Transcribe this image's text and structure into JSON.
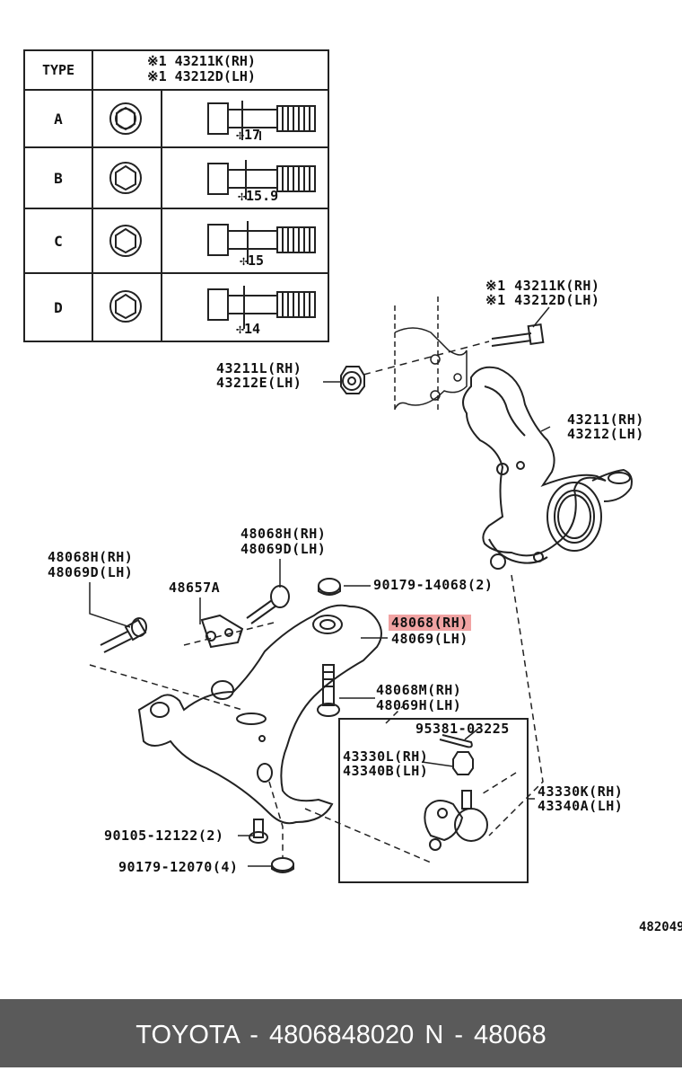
{
  "type_table": {
    "header_type": "TYPE",
    "header_parts": [
      "※1 43211K(RH)",
      "※1 43212D(LH)"
    ],
    "rows": [
      {
        "type": "A",
        "dim": "✢17"
      },
      {
        "type": "B",
        "dim": "✢15.9"
      },
      {
        "type": "C",
        "dim": "✢15"
      },
      {
        "type": "D",
        "dim": "✢14"
      }
    ]
  },
  "labels": {
    "bolt_rh": "※1 43211K(RH)",
    "bolt_lh": "※1 43212D(LH)",
    "nut_rh": "43211L(RH)",
    "nut_lh": "43212E(LH)",
    "knuckle_rh": "43211(RH)",
    "knuckle_lh": "43212(LH)",
    "bolt_front_rh": "48068H(RH)",
    "bolt_front_lh": "48069D(LH)",
    "bolt_left_rh": "48068H(RH)",
    "bolt_left_lh": "48069D(LH)",
    "bracket": "48657A",
    "nut_90179_14068": "90179-14068(2)",
    "arm_rh": "48068(RH)",
    "arm_lh": "48069(LH)",
    "bolt_m_rh": "48068M(RH)",
    "bolt_m_lh": "48069H(LH)",
    "cotter": "95381-03225",
    "nut_43330": "43330L(RH)",
    "nut_43340": "43340B(LH)",
    "ball_joint_rh": "43330K(RH)",
    "ball_joint_lh": "43340A(LH)",
    "bolt_90105": "90105-12122(2)",
    "nut_90179_12070": "90179-12070(4)",
    "diagram_id": "482049"
  },
  "footer": {
    "text": "TOYOTA - 4806848020     N - 48068"
  }
}
